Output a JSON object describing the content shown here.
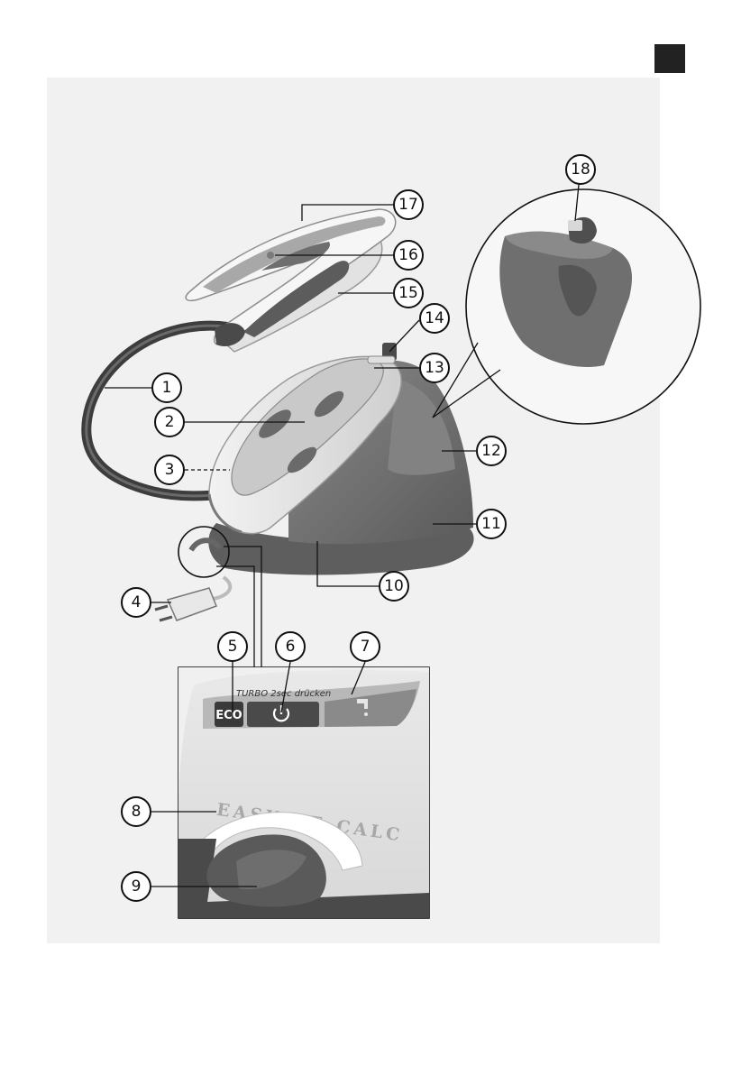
{
  "manual": {
    "lang_tab_color": "#222222"
  },
  "panel": {
    "eco_label": "ECO",
    "turbo_text": "TURBO 2sec drücken",
    "decalc_text": "EASY DE-CALC"
  },
  "callouts": [
    {
      "number": "1"
    },
    {
      "number": "2"
    },
    {
      "number": "3"
    },
    {
      "number": "4"
    },
    {
      "number": "5"
    },
    {
      "number": "6"
    },
    {
      "number": "7"
    },
    {
      "number": "8"
    },
    {
      "number": "9"
    },
    {
      "number": "10"
    },
    {
      "number": "11"
    },
    {
      "number": "12"
    },
    {
      "number": "13"
    },
    {
      "number": "14"
    },
    {
      "number": "15"
    },
    {
      "number": "16"
    },
    {
      "number": "17"
    },
    {
      "number": "18"
    }
  ],
  "icons": {
    "power": "power-icon",
    "tap": "water-tap-icon"
  }
}
